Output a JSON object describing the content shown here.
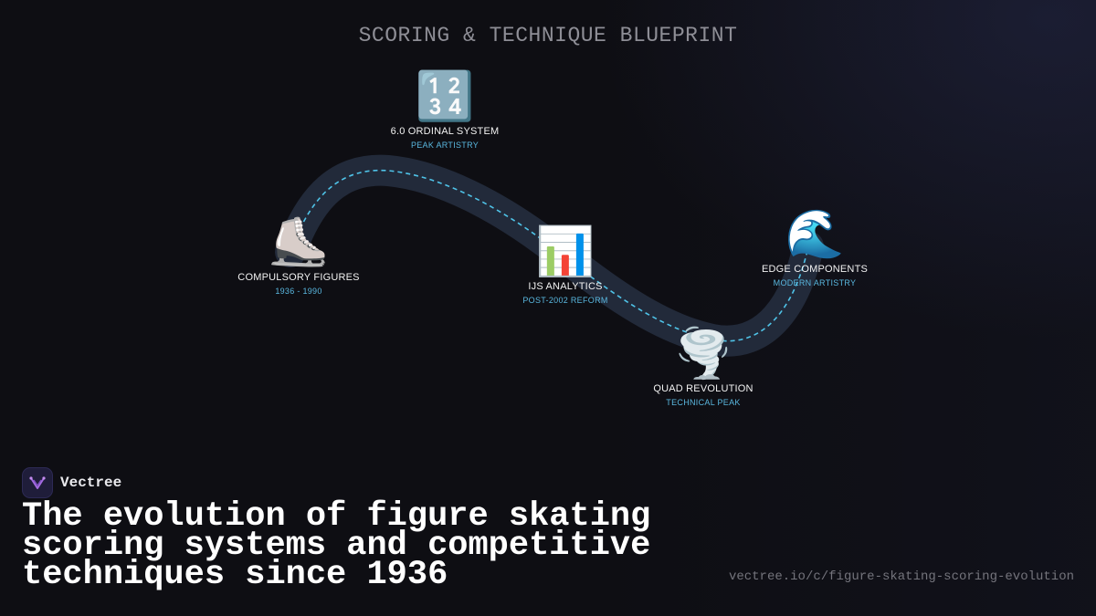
{
  "header": {
    "title": "SCORING & TECHNIQUE BLUEPRINT"
  },
  "milestones": [
    {
      "icon": "ice-skate-icon",
      "glyph": "⛸️",
      "label": "COMPULSORY FIGURES",
      "sub": "1936 - 1990"
    },
    {
      "icon": "numbers-keycap-icon",
      "glyph": "🔢",
      "label": "6.0 ORDINAL SYSTEM",
      "sub": "PEAK ARTISTRY"
    },
    {
      "icon": "bar-chart-icon",
      "glyph": "📊",
      "label": "IJS ANALYTICS",
      "sub": "POST-2002 REFORM"
    },
    {
      "icon": "tornado-icon",
      "glyph": "🌪️",
      "label": "QUAD REVOLUTION",
      "sub": "TECHNICAL PEAK"
    },
    {
      "icon": "wave-icon",
      "glyph": "🌊",
      "label": "EDGE COMPONENTS",
      "sub": "MODERN ARTISTRY"
    }
  ],
  "brand": {
    "name": "Vectree",
    "logo_icon": "vectree-logo-icon"
  },
  "headline": "The evolution of figure skating scoring systems and competitive techniques since 1936",
  "footer": {
    "url": "vectree.io/c/figure-skating-scoring-evolution"
  },
  "colors": {
    "background": "#0e0e13",
    "track": "#222a3a",
    "dashed_path": "#4fc3e8",
    "sub_label": "#5ab8e0",
    "logo_accent": "#a46be0"
  }
}
